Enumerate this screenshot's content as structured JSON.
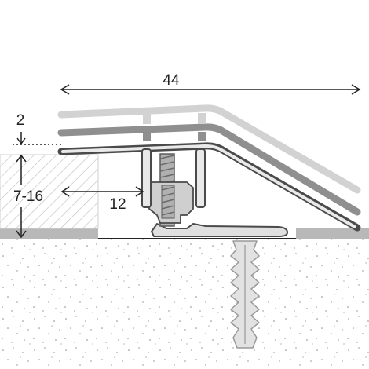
{
  "dimensions": {
    "width": "44",
    "top_height": "2",
    "height_range": "7-16",
    "overlap": "12"
  },
  "colors": {
    "profile_dark": "#4a4a4a",
    "profile_mid": "#8f8f8f",
    "profile_light": "#d2d2d2",
    "screw": "#b0b0b0",
    "dowel": "#e2e2e2",
    "floor_strip": "#b8b8b8",
    "line": "#222222"
  }
}
